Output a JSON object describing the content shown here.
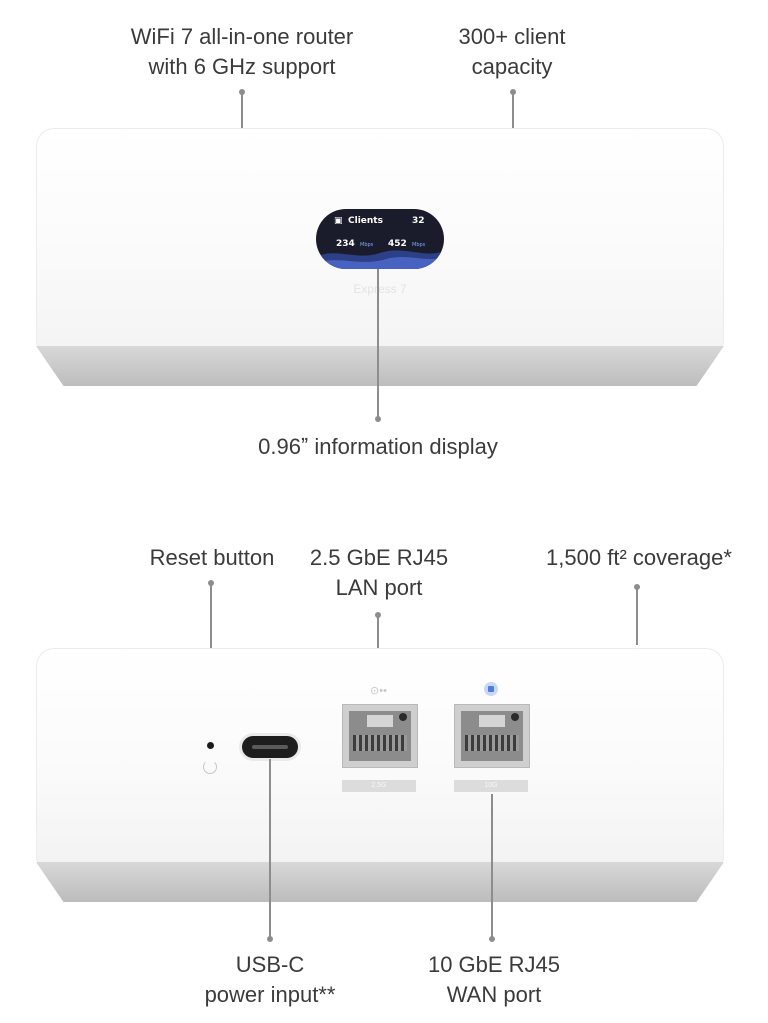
{
  "callouts_top": {
    "wifi": "WiFi 7 all-in-one router\nwith 6 GHz support",
    "clients": "300+ client\ncapacity",
    "display": "0.96ˮ information display"
  },
  "device_display": {
    "title": "Clients",
    "count": "32",
    "download": "234",
    "upload": "452",
    "unit": "Mbps",
    "model": "Express 7"
  },
  "callouts_bottom": {
    "reset": "Reset button",
    "lan": "2.5 GbE RJ45\nLAN port",
    "coverage": "1,500 ft² coverage*",
    "usbc": "USB-C\npower input**",
    "wan": "10 GbE RJ45\nWAN port"
  },
  "port_labels": {
    "lan": "2.5G",
    "wan": "10G"
  }
}
